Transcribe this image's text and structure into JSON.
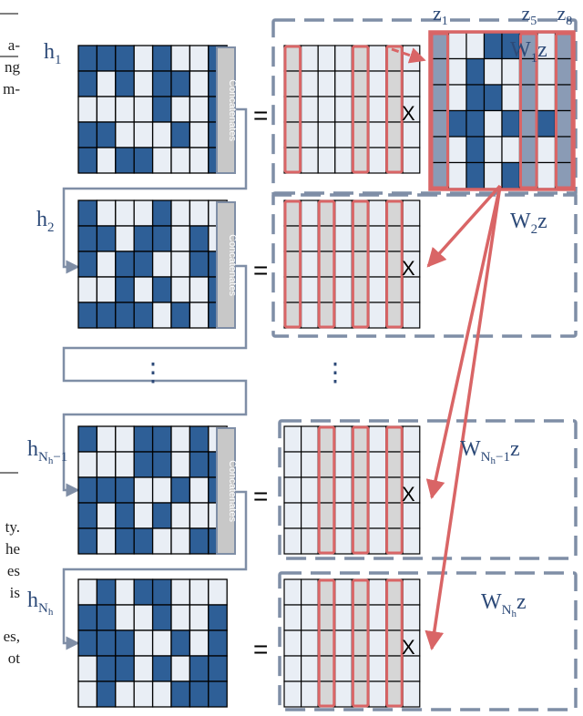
{
  "side_text": {
    "top": [
      "a-",
      "ng",
      "m-"
    ],
    "bottom": [
      "ty.",
      "he",
      "es",
      "is",
      "",
      "es,",
      "ot"
    ]
  },
  "colors": {
    "dark_cell": "#2e5f97",
    "light_cell": "#e9eef5",
    "highlight_cell": "#d6d6d6",
    "highlight_column": "#8a9bb5",
    "accent_red": "#d96566",
    "dash_gray": "#7f8ea6",
    "label_blue": "#2d4a78",
    "concat_bar": "#c8c8c8"
  },
  "concat_label": "Concatenates",
  "times_symbol": "X",
  "equals_symbol": "=",
  "vertical_ellipsis": "⋮",
  "heads": [
    {
      "key": "h1",
      "label": "h",
      "sub": "1",
      "weight_label": "W",
      "weight_sub": "1",
      "weight_suffix": "z",
      "h_pattern": [
        "11101001",
        "10101101",
        "00001001",
        "11000101",
        "10110001"
      ],
      "q_highlight_cols": [
        0,
        4,
        6
      ],
      "k_pattern": "10011000",
      "has_concat": true
    },
    {
      "key": "h2",
      "label": "h",
      "sub": "2",
      "weight_label": "W",
      "weight_sub": "2",
      "weight_suffix": "z",
      "h_pattern": [
        "10001000",
        "11011010",
        "10110011",
        "00101001",
        "11110101"
      ],
      "q_highlight_cols": [
        0,
        2,
        4,
        6
      ],
      "k_pattern": "10001010",
      "has_concat": true
    },
    {
      "key": "hNh1",
      "label": "h",
      "sub": "N",
      "subsub": "h",
      "tail": "−1",
      "weight_label": "W",
      "weight_sub": "N",
      "weight_subsub": "h",
      "weight_tail": "−1",
      "weight_suffix": "z",
      "h_pattern": [
        "10011010",
        "00011011",
        "11100101",
        "10101000",
        "10110011"
      ],
      "q_highlight_cols": [
        2,
        4,
        6
      ],
      "k_pattern": "00101010",
      "has_concat": true
    },
    {
      "key": "hNh",
      "label": "h",
      "sub": "N",
      "subsub": "h",
      "weight_label": "W",
      "weight_sub": "N",
      "weight_subsub": "h",
      "weight_suffix": "z",
      "h_pattern": [
        "01011000",
        "11001001",
        "11100101",
        "01101011",
        "01000111"
      ],
      "q_highlight_cols": [
        2,
        4,
        6
      ],
      "k_pattern": "00100100",
      "has_concat": false
    }
  ],
  "key_matrix": {
    "pattern": [
      "10011001",
      "00100101",
      "10110001",
      "11101011",
      "00100101",
      "00101100"
    ],
    "highlight_cols": [
      0,
      5,
      7
    ],
    "col_labels": [
      {
        "name": "z",
        "sub": "1",
        "col": 0
      },
      {
        "name": "z",
        "sub": "5",
        "col": 5
      },
      {
        "name": "z",
        "sub": "8",
        "col": 7
      }
    ]
  }
}
